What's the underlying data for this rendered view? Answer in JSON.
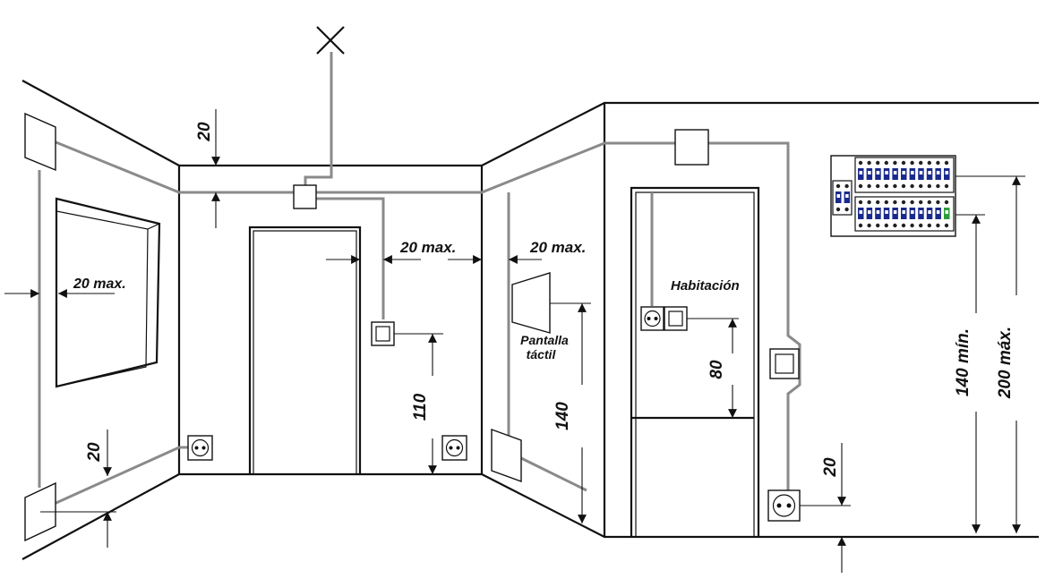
{
  "labels": {
    "dim_20_top": "20",
    "dim_20_max_left": "20 max.",
    "dim_20_max_mid": "20 max.",
    "dim_20_max_right": "20 max.",
    "dim_110": "110",
    "dim_140_screen": "140",
    "screen_line1": "Pantalla",
    "screen_line2": "táctil",
    "dim_20_socket_left": "20",
    "room": "Habitación",
    "dim_80": "80",
    "dim_20_socket_right": "20",
    "dim_140_min": "140 mín.",
    "dim_200_max": "200 máx."
  },
  "colors": {
    "wire": "#8a8a8a",
    "line": "#111111",
    "breaker_blue": "#1a2a8c",
    "breaker_green": "#2e9e3a"
  }
}
